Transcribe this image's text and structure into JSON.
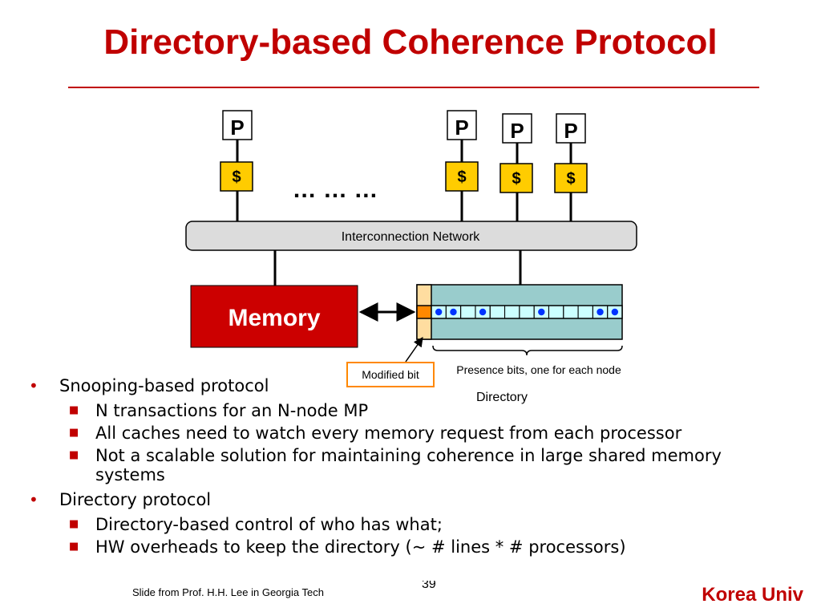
{
  "slide": {
    "title": "Directory-based Coherence Protocol",
    "page_number": "39",
    "footer_credit": "Slide from Prof. H.H. Lee in Georgia Tech",
    "brand": "Korea Univ"
  },
  "diagram": {
    "processor_label": "P",
    "cache_label": "$",
    "ellipsis": "… … …",
    "network_label": "Interconnection Network",
    "memory_label": "Memory",
    "modified_bit_label": "Modified bit",
    "presence_bits_label": "Presence bits, one for each node",
    "directory_label": "Directory",
    "presence_bits": [
      1,
      1,
      0,
      1,
      0,
      0,
      0,
      1,
      0,
      0,
      0,
      1,
      1
    ],
    "colors": {
      "title_red": "#c00000",
      "memory_red": "#cc0000",
      "cache_yellow": "#ffcc00",
      "network_gray": "#dcdcdc",
      "directory_teal": "#99cccc",
      "row_cyan": "#ccffff",
      "bit_blue": "#0033ff",
      "modified_orange": "#ff8800",
      "modified_light": "#ffdda0"
    }
  },
  "bullets": [
    {
      "text": "Snooping-based protocol",
      "sub": [
        "N transactions for an N-node MP",
        "All caches need to watch every memory request from each processor",
        "Not a scalable solution for maintaining coherence in large shared memory systems"
      ]
    },
    {
      "text": "Directory protocol",
      "sub": [
        "Directory-based control of who has what;",
        "HW overheads to keep the directory (~ # lines * # processors)"
      ]
    }
  ]
}
